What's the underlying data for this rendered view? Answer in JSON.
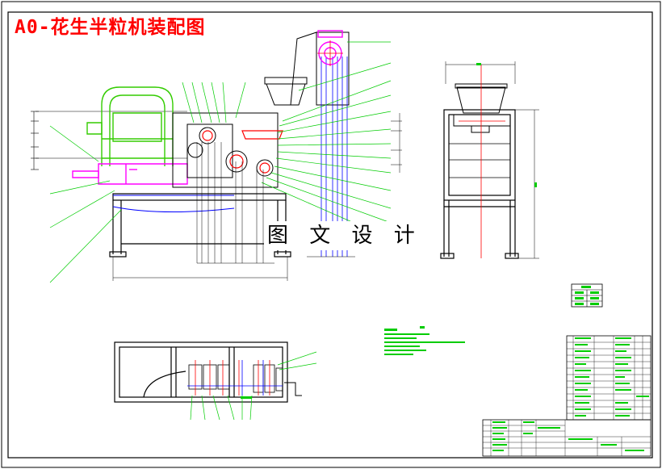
{
  "drawing": {
    "title": "A0-花生半粒机装配图",
    "watermark": "图 文 设 计"
  },
  "colors": {
    "frame": "#000000",
    "outline": "#000000",
    "leader": "#00cc00",
    "centerline_red": "#ff0000",
    "centerline_blue": "#0000ff",
    "duct": "#66ff00",
    "hopper_magenta": "#ff00ff",
    "title_red": "#ff0000",
    "bom_green": "#00cc00"
  },
  "views": [
    "front-view",
    "side-view",
    "plan-view"
  ],
  "tables": [
    "small-parameter-table",
    "technical-requirements",
    "parts-list",
    "title-block"
  ]
}
